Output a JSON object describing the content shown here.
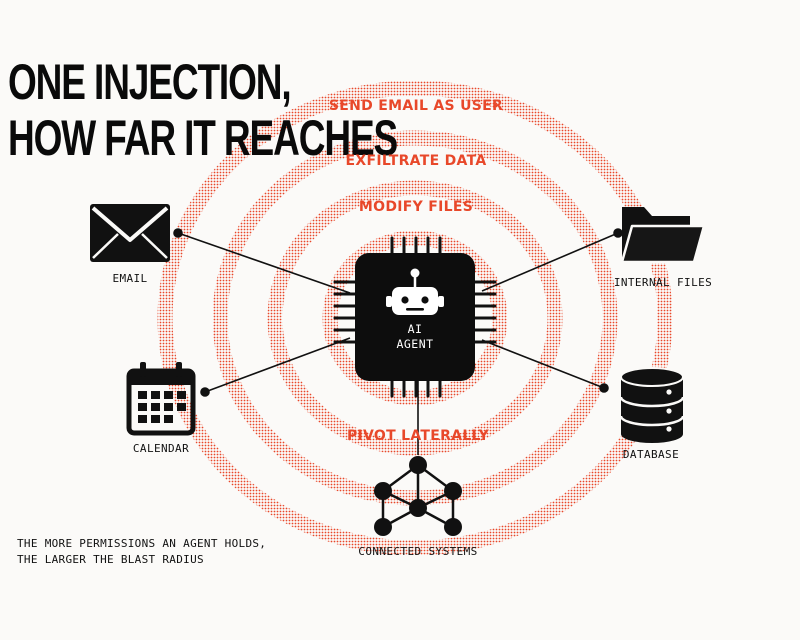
{
  "title": {
    "line1": "ONE INJECTION,",
    "line2": "HOW FAR IT REACHES"
  },
  "effects": {
    "send_email": "SEND EMAIL AS USER",
    "exfiltrate": "EXFILTRATE DATA",
    "modify_files": "MODIFY FILES",
    "pivot": "PIVOT LATERALLY"
  },
  "center": {
    "line1": "AI",
    "line2": "AGENT",
    "icon": "robot-chip-icon"
  },
  "nodes": {
    "email": {
      "label": "EMAIL",
      "icon": "envelope-icon"
    },
    "internal_files": {
      "label": "INTERNAL FILES",
      "icon": "folder-icon"
    },
    "calendar": {
      "label": "CALENDAR",
      "icon": "calendar-icon"
    },
    "database": {
      "label": "DATABASE",
      "icon": "database-icon"
    },
    "connected_systems": {
      "label": "CONNECTED SYSTEMS",
      "icon": "network-icon"
    }
  },
  "caption": {
    "line1": "THE MORE PERMISSIONS AN AGENT HOLDS,",
    "line2": "THE LARGER THE BLAST RADIUS"
  },
  "colors": {
    "accent": "#e8482a",
    "ink": "#0a0a0a",
    "background": "#fbfaf8"
  }
}
